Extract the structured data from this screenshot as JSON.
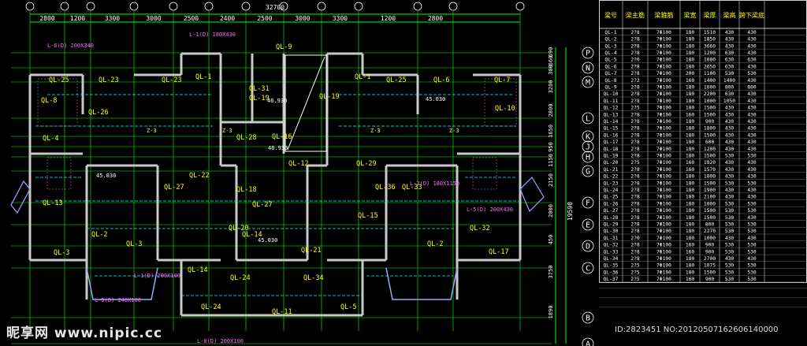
{
  "top_dimensions": [
    "2800",
    "1200",
    "3300",
    "3000",
    "2500",
    "2400",
    "2500",
    "3000",
    "3300",
    "1200",
    "2800"
  ],
  "total_dimension": "32700",
  "right_dimensions": [
    "690",
    "660",
    "300",
    "3200",
    "2800",
    "1650",
    "950",
    "1150",
    "2150",
    "2000",
    "450",
    "3750",
    "1890"
  ],
  "right_total": "19590",
  "grid_axes": [
    "P",
    "N",
    "M",
    "L",
    "K",
    "J",
    "H",
    "G",
    "F",
    "E",
    "D",
    "C",
    "B",
    "A"
  ],
  "beam_labels": [
    "QL-9",
    "QL-1",
    "QL-1",
    "QL-25",
    "QL-23",
    "QL-23",
    "QL-25",
    "QL-6",
    "QL-7",
    "QL-31",
    "QL-19",
    "QL-19",
    "QL-8",
    "QL-10",
    "QL-4",
    "QL-28",
    "QL-16",
    "QL-12",
    "QL-29",
    "QL-13",
    "QL-22",
    "QL-27",
    "QL-27",
    "QL-36",
    "QL-15",
    "QL-20",
    "QL-14",
    "QL-21",
    "QL-33",
    "QL-32",
    "QL-2",
    "QL-3",
    "QL-3",
    "QL-2",
    "QL-17",
    "QL-14",
    "QL-24",
    "QL-34",
    "QL-24",
    "QL-11",
    "QL-5",
    "QL-18",
    "QL-26"
  ],
  "notes": [
    "46.930",
    "46.930",
    "45.030",
    "45.030",
    "45.030",
    "L-6(D) 200X340",
    "L-1(D) 180X430",
    "L-9(D) 240X100",
    "L-1(D) 200X100",
    "L-2(D) 180X1150",
    "L-5(D) 200X430",
    "L-8(D) 200X100",
    "Z-3",
    "Z-3",
    "Z-3",
    "Z-3"
  ],
  "schedule": {
    "headers": [
      "梁号",
      "梁主筋",
      "梁箍筋",
      "梁宽",
      "梁厚",
      "梁高",
      "跨下梁底",
      ""
    ],
    "rows": [
      [
        "QL-1",
        "2?8",
        "7Φ100",
        "180",
        "1510",
        "430",
        "430",
        ""
      ],
      [
        "QL-2",
        "2?8",
        "7Φ100",
        "180",
        "1850",
        "430",
        "430",
        ""
      ],
      [
        "QL-3",
        "2?8",
        "7Φ100",
        "180",
        "3660",
        "430",
        "430",
        ""
      ],
      [
        "QL-4",
        "2?8",
        "7Φ100",
        "180",
        "1200",
        "630",
        "430",
        ""
      ],
      [
        "QL-5",
        "2?0",
        "7Φ100",
        "180",
        "1000",
        "630",
        "630",
        ""
      ],
      [
        "QL-6",
        "2?8",
        "7Φ100",
        "180",
        "2650",
        "630",
        "430",
        ""
      ],
      [
        "QL-7",
        "2?8",
        "7Φ100",
        "200",
        "1100",
        "530",
        "530",
        ""
      ],
      [
        "QL-8",
        "2?2",
        "7Φ100",
        "160",
        "1400",
        "1400",
        "430",
        ""
      ],
      [
        "QL-9",
        "2?8",
        "7Φ100",
        "180",
        "1000",
        "800",
        "800",
        ""
      ],
      [
        "QL-10",
        "2?8",
        "7Φ100",
        "180",
        "2200",
        "630",
        "430",
        ""
      ],
      [
        "QL-11",
        "2?8",
        "7Φ100",
        "180",
        "1000",
        "1050",
        "430",
        ""
      ],
      [
        "QL-12",
        "2?5",
        "7Φ100",
        "180",
        "1500",
        "430",
        "430",
        ""
      ],
      [
        "QL-13",
        "2?8",
        "7Φ100",
        "160",
        "1500",
        "430",
        "430",
        ""
      ],
      [
        "QL-14",
        "2?8",
        "7Φ100",
        "180",
        "900",
        "430",
        "430",
        ""
      ],
      [
        "QL-15",
        "2?8",
        "7Φ100",
        "180",
        "1800",
        "430",
        "430",
        ""
      ],
      [
        "QL-16",
        "2?8",
        "7Φ100",
        "180",
        "1500",
        "430",
        "430",
        ""
      ],
      [
        "QL-17",
        "2?8",
        "7Φ100",
        "180",
        "600",
        "430",
        "430",
        ""
      ],
      [
        "QL-18",
        "2?8",
        "7Φ100",
        "180",
        "1200",
        "430",
        "430",
        ""
      ],
      [
        "QL-19",
        "2?8",
        "7Φ100",
        "180",
        "1500",
        "530",
        "530",
        ""
      ],
      [
        "QL-20",
        "2?5",
        "7Φ100",
        "160",
        "1820",
        "430",
        "430",
        ""
      ],
      [
        "QL-21",
        "2?8",
        "7Φ100",
        "160",
        "1570",
        "430",
        "430",
        ""
      ],
      [
        "QL-22",
        "2?8",
        "7Φ100",
        "180",
        "1800",
        "430",
        "430",
        ""
      ],
      [
        "QL-23",
        "2?8",
        "7Φ100",
        "180",
        "1500",
        "530",
        "530",
        ""
      ],
      [
        "QL-24",
        "2?8",
        "7Φ100",
        "180",
        "1900",
        "430",
        "430",
        ""
      ],
      [
        "QL-25",
        "2?8",
        "7Φ100",
        "180",
        "2100",
        "430",
        "430",
        ""
      ],
      [
        "QL-26",
        "2?8",
        "7Φ100",
        "180",
        "1000",
        "530",
        "530",
        ""
      ],
      [
        "QL-27",
        "2?8",
        "7Φ100",
        "180",
        "1500",
        "530",
        "530",
        ""
      ],
      [
        "QL-28",
        "2?8",
        "7Φ100",
        "180",
        "1500",
        "530",
        "430",
        ""
      ],
      [
        "QL-29",
        "2?8",
        "7Φ100",
        "180",
        "800",
        "530",
        "530",
        ""
      ],
      [
        "QL-30",
        "2?8",
        "7Φ100",
        "180",
        "2270",
        "530",
        "530",
        ""
      ],
      [
        "QL-31",
        "2?0",
        "7Φ100",
        "180",
        "1000",
        "430",
        "430",
        ""
      ],
      [
        "QL-32",
        "2?8",
        "7Φ100",
        "160",
        "900",
        "530",
        "530",
        ""
      ],
      [
        "QL-33",
        "2?8",
        "7Φ100",
        "160",
        "900",
        "530",
        "530",
        ""
      ],
      [
        "QL-34",
        "2?8",
        "7Φ100",
        "180",
        "2700",
        "430",
        "430",
        ""
      ],
      [
        "QL-35",
        "2?5",
        "7Φ100",
        "180",
        "1075",
        "530",
        "530",
        ""
      ],
      [
        "QL-36",
        "2?5",
        "7Φ100",
        "180",
        "1500",
        "530",
        "530",
        ""
      ],
      [
        "QL-37",
        "2?5",
        "7Φ100",
        "160",
        "900",
        "530",
        "530",
        ""
      ]
    ]
  },
  "watermark": {
    "logo": "昵享网 www.nipic.cc",
    "id": "ID:2823451 NO:20120507162606140000"
  },
  "colors": {
    "background": "#000000",
    "grid": "#00ff00",
    "wall": "#ffffff",
    "beam_text": "#ffff00",
    "dimension": "#00ff00",
    "annotation": "#00ffff",
    "rebar": "#ff66ff"
  }
}
